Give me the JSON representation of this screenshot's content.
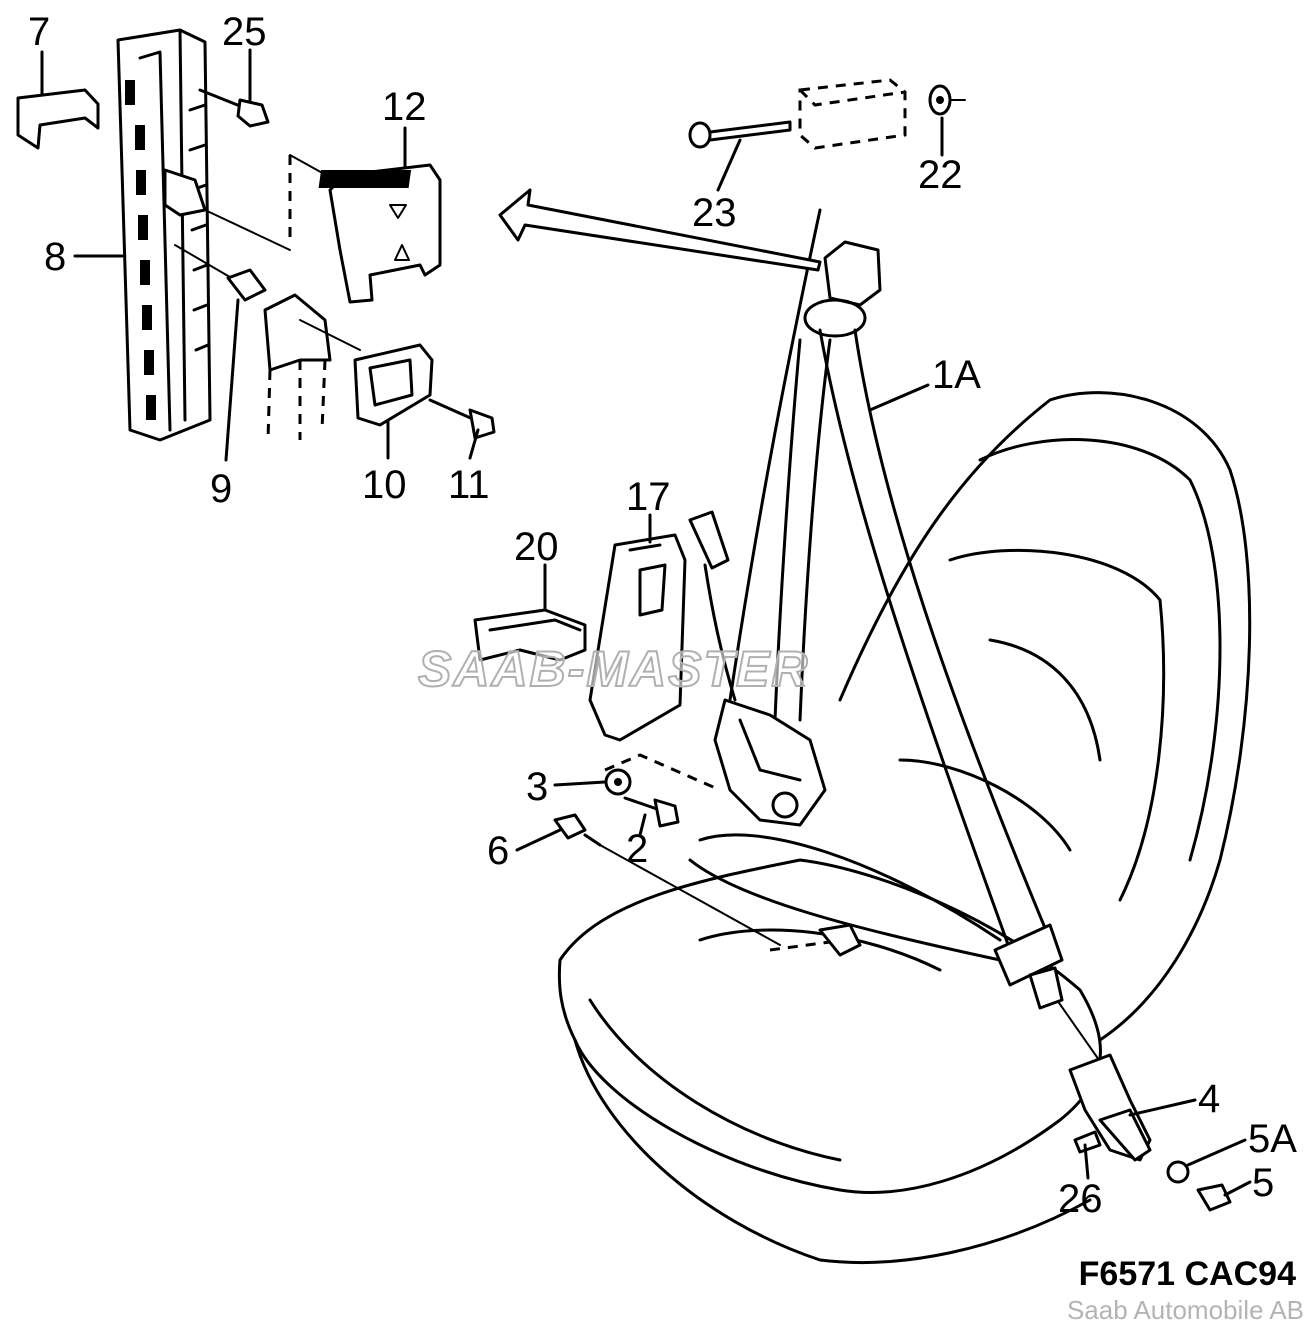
{
  "labels": {
    "p1A": "1A",
    "p2": "2",
    "p3": "3",
    "p4": "4",
    "p5": "5",
    "p5A": "5A",
    "p6": "6",
    "p7": "7",
    "p8": "8",
    "p9": "9",
    "p10": "10",
    "p11": "11",
    "p12": "12",
    "p17": "17",
    "p20": "20",
    "p22": "22",
    "p23": "23",
    "p25": "25",
    "p26": "26"
  },
  "footer": {
    "code": "F6571 CAC94",
    "copyright": "Saab Automobile AB"
  },
  "watermark": "SAAB-MASTER"
}
